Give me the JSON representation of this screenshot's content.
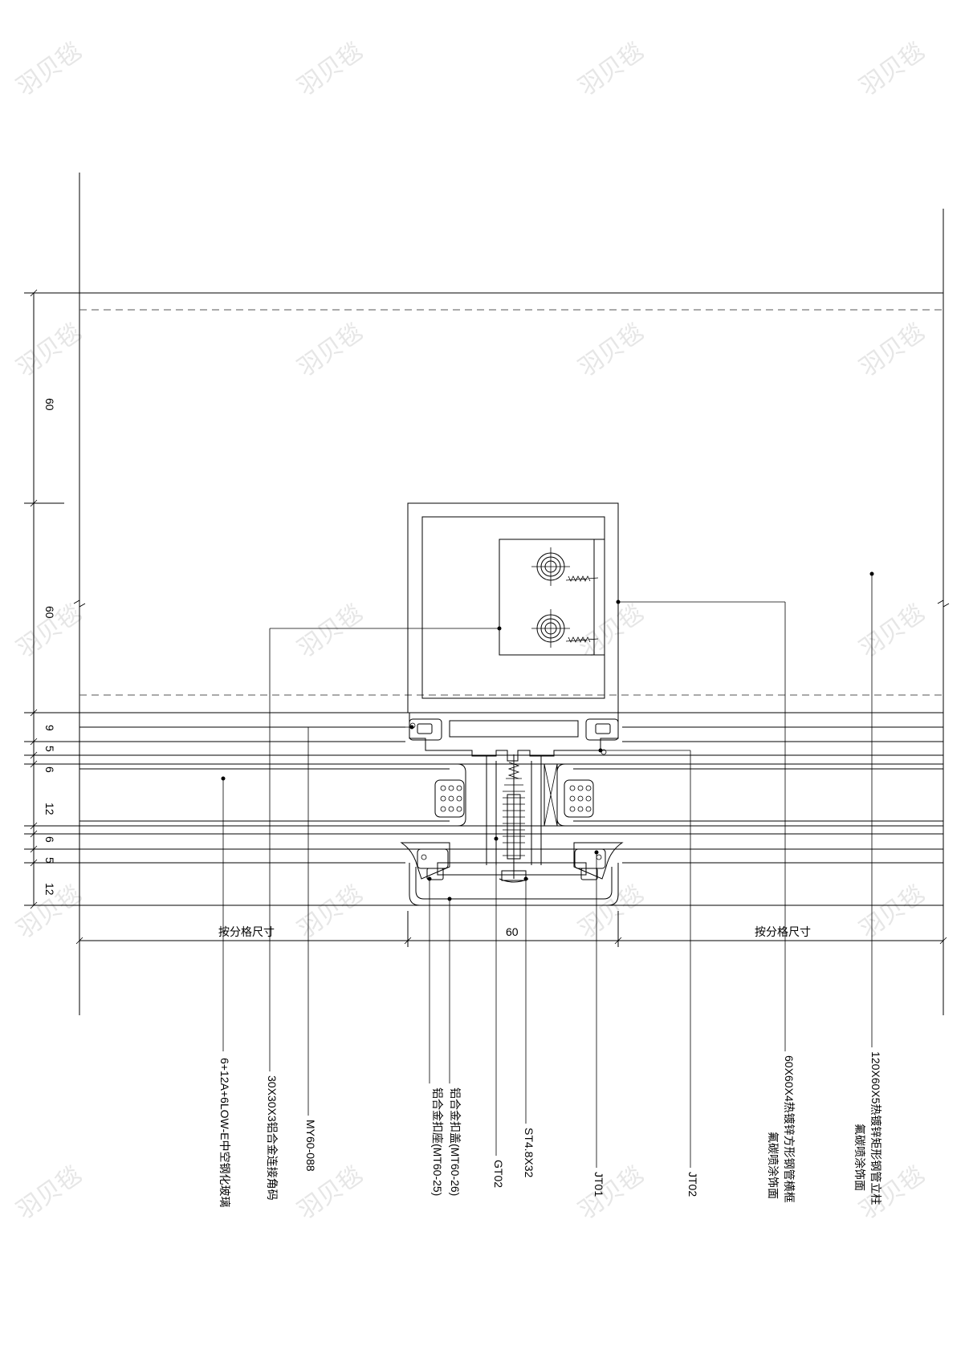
{
  "watermark": "羽贝毯",
  "dimensions": {
    "left_vertical": [
      "60",
      "60",
      "9",
      "5",
      "6",
      "12",
      "6",
      "5",
      "12"
    ],
    "bottom": {
      "left": "按分格尺寸",
      "center": "60",
      "right": "按分格尺寸"
    }
  },
  "labels": {
    "glass": "6+12A+6LOW-E中空钢化玻璃",
    "corner_bracket": "30X30X3铝合金连接角码",
    "my_part": "MY60-088",
    "cover_cap": "铝合金扣盖(MT60-26)",
    "pressure_plate": "铝合金扣座(MT60-25)",
    "gt": "GT02",
    "screw": "ST4.8X32",
    "jt01": "JT01",
    "jt02": "JT02",
    "transom": "60X60X4热镀锌方形钢管横框",
    "transom_finish": "氟碳喷涂饰面",
    "mullion": "120X60X5热镀锌矩形钢管立柱",
    "mullion_finish": "氟碳喷涂饰面"
  }
}
